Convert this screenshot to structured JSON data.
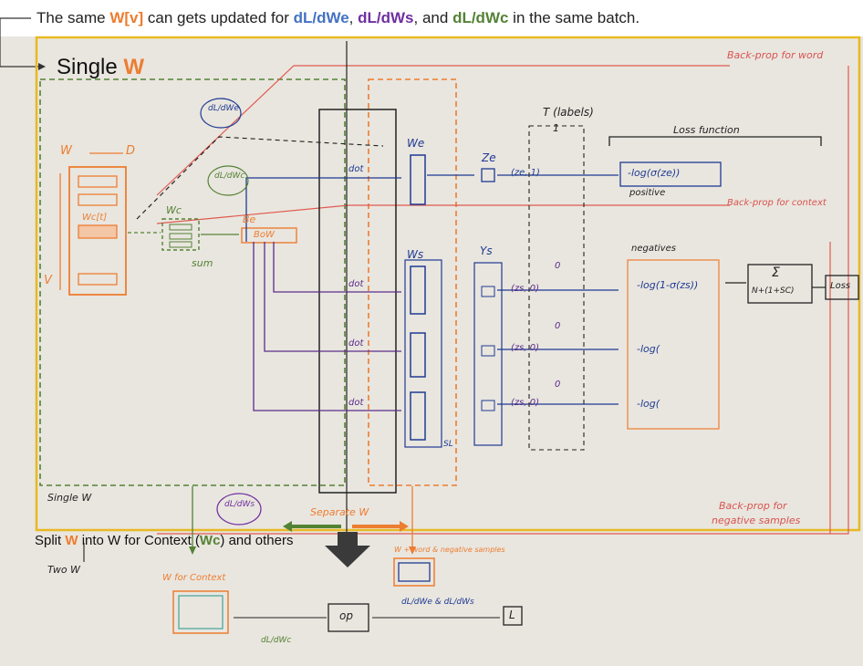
{
  "caption": {
    "prefix": "The same ",
    "wv": "W[v]",
    "mid1": " can gets updated for ",
    "dlwe": "dL/dWe",
    "sep1": ", ",
    "dlws": "dL/dWs",
    "sep2": ", and ",
    "dlwc": "dL/dWc",
    "suffix": " in the same batch."
  },
  "single_w": {
    "text": "Single ",
    "w": "W"
  },
  "split": {
    "prefix": "Split ",
    "w": "W",
    "mid": " into W for Context (",
    "wc": "Wc",
    "suffix": ") and others"
  },
  "board": {
    "backprop_word": "Back-prop for word",
    "backprop_context": "Back-prop for context",
    "backprop_neg": "Back-prop for",
    "backprop_neg2": "negative samples",
    "labels": "T (labels)",
    "labels_one": "1",
    "loss_function": "Loss function",
    "positive": "positive",
    "negatives": "negatives",
    "pos_term": "-log(σ(ze))",
    "neg_term1": "-log(1-σ(zs))",
    "neg_term2": "-log(",
    "neg_term3": "-log(",
    "sum_symbol": "Σ",
    "sum_denom": "N+(1+SC)",
    "loss": "Loss",
    "w_matrix": "W",
    "d_label": "D",
    "v_label": "V",
    "wc_label": "Wc",
    "wct": "Wc[t]",
    "sum_label": "sum",
    "be_label": "Be",
    "bow_label": "BoW",
    "we_label": "We",
    "ws_label": "Ws",
    "ze_label": "Ze",
    "ys_label": "Ys",
    "dot": "dot",
    "sl_label": "SL",
    "grad_dlwe": "dL/dWe",
    "grad_dlwc": "dL/dWc",
    "grad_dlws": "dL/dWs",
    "pair_e": "(ze, 1)",
    "pair_s": "(zs, 0)",
    "zero": "0",
    "single_w_small": "Single W",
    "two_w": "Two W",
    "separate_w": "Separate W",
    "w_for_context": "W for Context",
    "w_word_neg": "W + word & negative samples",
    "op": "op",
    "grad_pair": "dL/dWe & dL/dWs",
    "bottom_dlwc": "dL/dWc",
    "bottom_loss": "L"
  },
  "colors": {
    "orange": "#ed7d31",
    "blue": "#4472c4",
    "purple": "#7030a0",
    "green": "#548235",
    "border_yellow": "#e8b923"
  }
}
